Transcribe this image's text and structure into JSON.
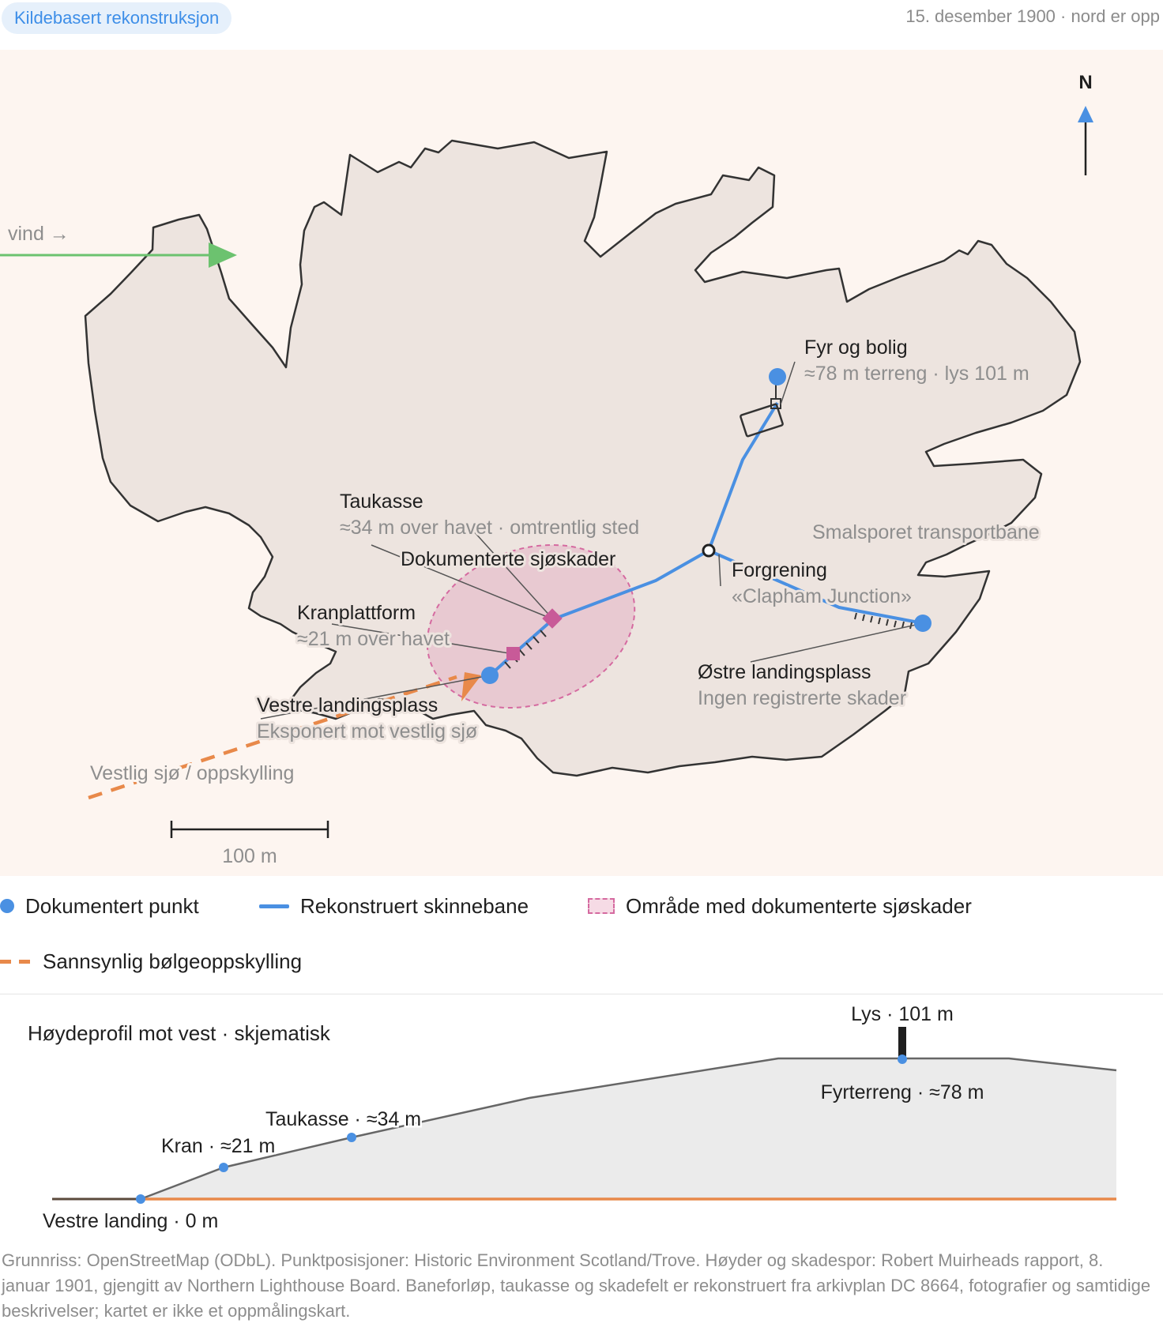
{
  "header": {
    "badge": "Kildebasert rekonstruksjon",
    "meta": "15. desember 1900 · nord er opp"
  },
  "map": {
    "north_label": "N",
    "wind_label": "vind →",
    "scale_label": "100 m",
    "colors": {
      "sea": "#fdf5f0",
      "land": "#ede4df",
      "coast": "#333333",
      "rail": "#4a90e2",
      "point": "#4a90e2",
      "damage": "#d56aa0",
      "wave": "#e8894a",
      "wind": "#6cc26f"
    },
    "labels": {
      "lighthouse_title": "Fyr og bolig",
      "lighthouse_sub": "≈78 m terreng · lys 101 m",
      "railway": "Smalsporet transportbane",
      "junction_title": "Forgrening",
      "junction_sub": "«Clapham Junction»",
      "east_title": "Østre landingsplass",
      "east_sub": "Ingen registrerte skader",
      "tank_title": "Taukasse",
      "tank_sub": "≈34 m over havet · omtrentlig sted",
      "damage_title": "Dokumenterte sjøskader",
      "crane_title": "Kranplattform",
      "crane_sub": "≈21 m over havet",
      "west_title": "Vestre landingsplass",
      "west_sub": "Eksponert mot vestlig sjø",
      "wave": "Vestlig sjø / oppskylling"
    }
  },
  "legend": {
    "point": "Dokumentert punkt",
    "rail": "Rekonstruert skinnebane",
    "damage": "Område med dokumenterte sjøskader",
    "wave": "Sannsynlig bølgeoppskylling"
  },
  "profile": {
    "title": "Høydeprofil mot vest · skjematisk",
    "light": "Lys · 101 m",
    "terrain": "Fyrterreng · ≈78 m",
    "tank": "Taukasse · ≈34 m",
    "crane": "Kran · ≈21 m",
    "west": "Vestre landing · 0 m"
  },
  "footer": "Grunnriss: OpenStreetMap (ODbL). Punktposisjoner: Historic Environment Scotland/Trove. Høyder og skadespor: Robert Muirheads rapport, 8. januar 1901, gjengitt av Northern Lighthouse Board. Baneforløp, taukasse og skadefelt er rekonstruert fra arkivplan DC 8664, fotografier og samtidige beskrivelser; kartet er ikke et oppmålingskart."
}
